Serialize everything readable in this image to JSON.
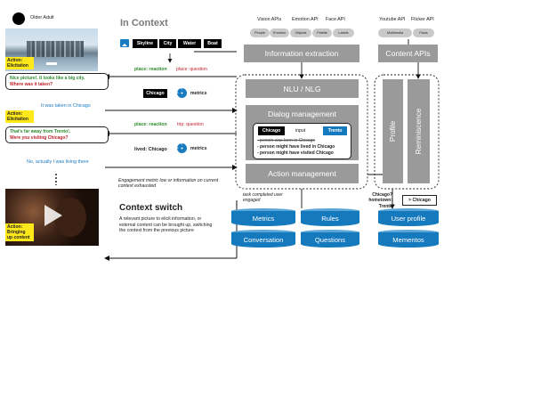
{
  "left": {
    "person_label": "Older Adult",
    "action1": {
      "title": "Action:",
      "body": "Elicitation"
    },
    "bubble1": {
      "line1": "Nice picture!. It looks like a big city.",
      "line2": "Where was it taken?"
    },
    "reply1": "It was taken in Chicago",
    "action2": {
      "title": "Action:",
      "body": "Elicitation"
    },
    "bubble2": {
      "line1": "That's far away from Trento!.",
      "line2": "Were you visiting Chicago?"
    },
    "reply2": "No, actually I was living there",
    "action3": {
      "title": "Action:",
      "body": "Bringing up content"
    }
  },
  "middle": {
    "in_context_title": "In Context",
    "tags": [
      "Skyline",
      "City",
      "Water",
      "Boat"
    ],
    "row1": {
      "green": "place: reaction",
      "red": "place: question"
    },
    "chicago_tag": "Chicago",
    "metrics_label": "metrics",
    "row2": {
      "green": "place: reaction",
      "red": "trip: question"
    },
    "lived_label": "lived: Chicago",
    "metrics_label2": "metrics",
    "engagement_note": "Engagement metric low or information on current context exhausted",
    "context_switch_title": "Context switch",
    "context_switch_body": "A relevant picture to elicit information, or external content can be brought up, switching the context from the previous picture"
  },
  "pipeline": {
    "api_heads": [
      "Vision APIs",
      "Emotion API",
      "Face API"
    ],
    "api_pills": [
      "People",
      "Emotion",
      "Objects",
      "Palette",
      "Labels"
    ],
    "info_extraction": "Information extraction",
    "nlu": "NLU / NLG",
    "dialog": "Dialog management",
    "dm_left_tag": "Chicago",
    "dm_input": "input",
    "dm_right_tag": "Trento",
    "dm_strike": "- person was born in Chicago",
    "dm_line2": "- person might have lived in Chicago",
    "dm_line3": "- person might have visited Chicago",
    "action_mgmt": "Action management",
    "task_note": "task completed user engaged",
    "stores": [
      "Metrics",
      "Rules",
      "Conversation",
      "Questions"
    ]
  },
  "right": {
    "api_heads": [
      "Youtube API",
      "Flicker API"
    ],
    "api_pills": [
      "Multimedia",
      "Facts"
    ],
    "content_apis": "Content APIs",
    "profile": "Profile",
    "reminiscence": "Reminiscence",
    "query_note": "Chicago? hometown: Trento",
    "query_tag": "> Chicago",
    "stores": [
      "User profile",
      "Mementos"
    ]
  }
}
